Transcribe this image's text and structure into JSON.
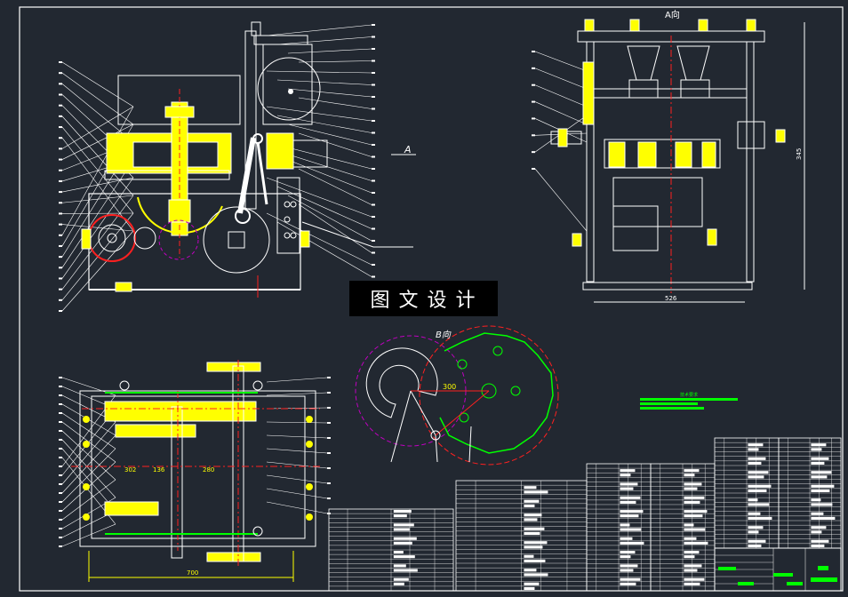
{
  "views": {
    "a_direction_label": "A向",
    "b_direction_label": "B向",
    "section_marker": "A"
  },
  "dimensions": {
    "left_top_height": "",
    "right_top_width": "526",
    "right_top_height": "345",
    "left_bottom_d1": "302",
    "left_bottom_d2": "136",
    "left_bottom_d3": "280",
    "left_bottom_width": "700",
    "bdir_radius": "300"
  },
  "watermark": "图文设计",
  "tech_note": "技术要求",
  "colors": {
    "background": "#222831",
    "line": "#ffffff",
    "part_fill": "#ffff00",
    "green": "#00ff00",
    "red": "#ff2020",
    "magenta": "#c000c0"
  }
}
